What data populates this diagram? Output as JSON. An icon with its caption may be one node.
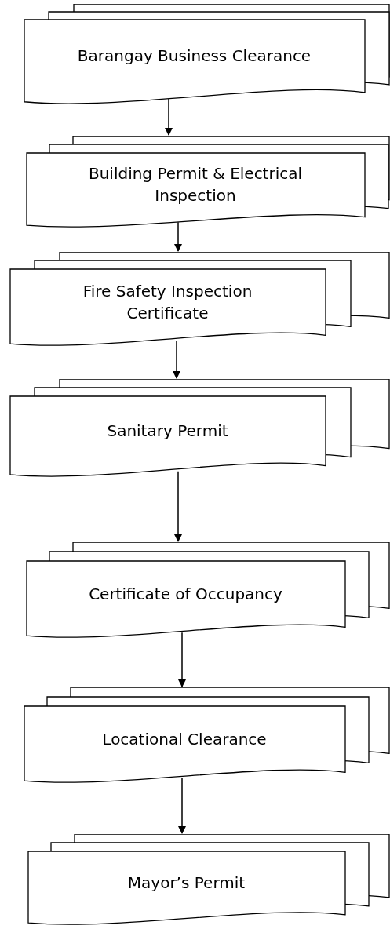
{
  "diagram": {
    "nodes": [
      {
        "text": [
          "Barangay Business Clearance"
        ]
      },
      {
        "text": [
          "Building Permit & Electrical Inspection"
        ]
      },
      {
        "text": [
          "Fire Safety Inspection Certificate"
        ]
      },
      {
        "text": [
          "Sanitary Permit"
        ]
      },
      {
        "text": [
          "Certificate of Occupancy"
        ]
      },
      {
        "text": [
          "Locational Clearance"
        ]
      },
      {
        "text": [
          "Mayor’s Permit"
        ]
      }
    ],
    "edges": [
      {
        "from": 0,
        "to": 1,
        "arrow": "to"
      },
      {
        "from": 1,
        "to": 2,
        "arrow": "to"
      },
      {
        "from": 2,
        "to": 3,
        "arrow": "to"
      },
      {
        "from": 3,
        "to": 4,
        "arrow": "to"
      },
      {
        "from": 4,
        "to": 5,
        "arrow": "to"
      },
      {
        "from": 5,
        "to": 6,
        "arrow": "to"
      }
    ]
  }
}
